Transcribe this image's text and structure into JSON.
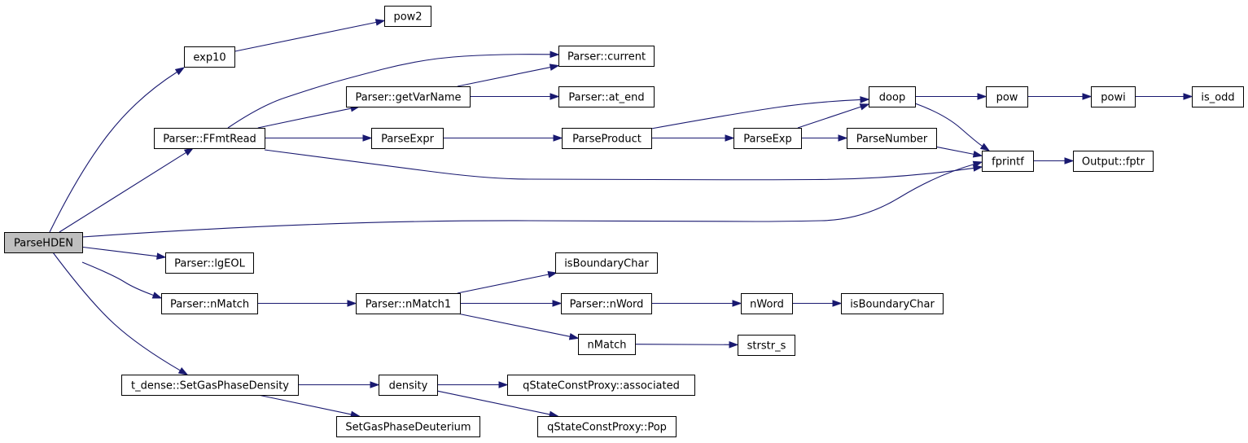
{
  "diagram": {
    "nodes": {
      "parsehden": "ParseHDEN",
      "exp10": "exp10",
      "pow2": "pow2",
      "parser_ffmtread": "Parser::FFmtRead",
      "parser_getvarname": "Parser::getVarName",
      "parser_current": "Parser::current",
      "parser_at_end": "Parser::at_end",
      "parseexpr": "ParseExpr",
      "parseproduct": "ParseProduct",
      "parseexp": "ParseExp",
      "parsenumber": "ParseNumber",
      "doop": "doop",
      "pow": "pow",
      "powi": "powi",
      "is_odd": "is_odd",
      "fprintf": "fprintf",
      "output_fptr": "Output::fptr",
      "parser_lgeol": "Parser::lgEOL",
      "parser_nmatch": "Parser::nMatch",
      "parser_nmatch1": "Parser::nMatch1",
      "isboundarychar_1": "isBoundaryChar",
      "parser_nword": "Parser::nWord",
      "nword": "nWord",
      "isboundarychar_2": "isBoundaryChar",
      "nmatch": "nMatch",
      "strstr_s": "strstr_s",
      "t_dense_setgasphasedensity": "t_dense::SetGasPhaseDensity",
      "density": "density",
      "qstateconstproxy_associated": "qStateConstProxy::associated",
      "qstateconstproxy_pop": "qStateConstProxy::Pop",
      "setgasphasedeuterium": "SetGasPhaseDeuterium"
    },
    "edges": [
      [
        "parsehden",
        "exp10"
      ],
      [
        "parsehden",
        "parser_ffmtread"
      ],
      [
        "parsehden",
        "fprintf"
      ],
      [
        "parsehden",
        "parser_lgeol"
      ],
      [
        "parsehden",
        "parser_nmatch"
      ],
      [
        "parsehden",
        "t_dense_setgasphasedensity"
      ],
      [
        "exp10",
        "pow2"
      ],
      [
        "parser_ffmtread",
        "parser_current"
      ],
      [
        "parser_ffmtread",
        "parser_getvarname"
      ],
      [
        "parser_ffmtread",
        "parseexpr"
      ],
      [
        "parser_ffmtread",
        "fprintf"
      ],
      [
        "parser_getvarname",
        "parser_current"
      ],
      [
        "parser_getvarname",
        "parser_at_end"
      ],
      [
        "parseexpr",
        "parseproduct"
      ],
      [
        "parseproduct",
        "doop"
      ],
      [
        "parseproduct",
        "parseexp"
      ],
      [
        "parseexp",
        "doop"
      ],
      [
        "parseexp",
        "parsenumber"
      ],
      [
        "parsenumber",
        "fprintf"
      ],
      [
        "doop",
        "pow"
      ],
      [
        "doop",
        "fprintf"
      ],
      [
        "pow",
        "powi"
      ],
      [
        "powi",
        "is_odd"
      ],
      [
        "fprintf",
        "output_fptr"
      ],
      [
        "parser_nmatch",
        "parser_nmatch1"
      ],
      [
        "parser_nmatch1",
        "isboundarychar_1"
      ],
      [
        "parser_nmatch1",
        "parser_nword"
      ],
      [
        "parser_nmatch1",
        "nmatch"
      ],
      [
        "parser_nword",
        "nword"
      ],
      [
        "nword",
        "isboundarychar_2"
      ],
      [
        "nmatch",
        "strstr_s"
      ],
      [
        "t_dense_setgasphasedensity",
        "density"
      ],
      [
        "t_dense_setgasphasedensity",
        "setgasphasedeuterium"
      ],
      [
        "density",
        "qstateconstproxy_associated"
      ],
      [
        "density",
        "qstateconstproxy_pop"
      ]
    ],
    "colors": {
      "edge": "#191970",
      "root_fill": "#bfbfbf",
      "node_fill": "#ffffff",
      "border": "#000000"
    }
  }
}
